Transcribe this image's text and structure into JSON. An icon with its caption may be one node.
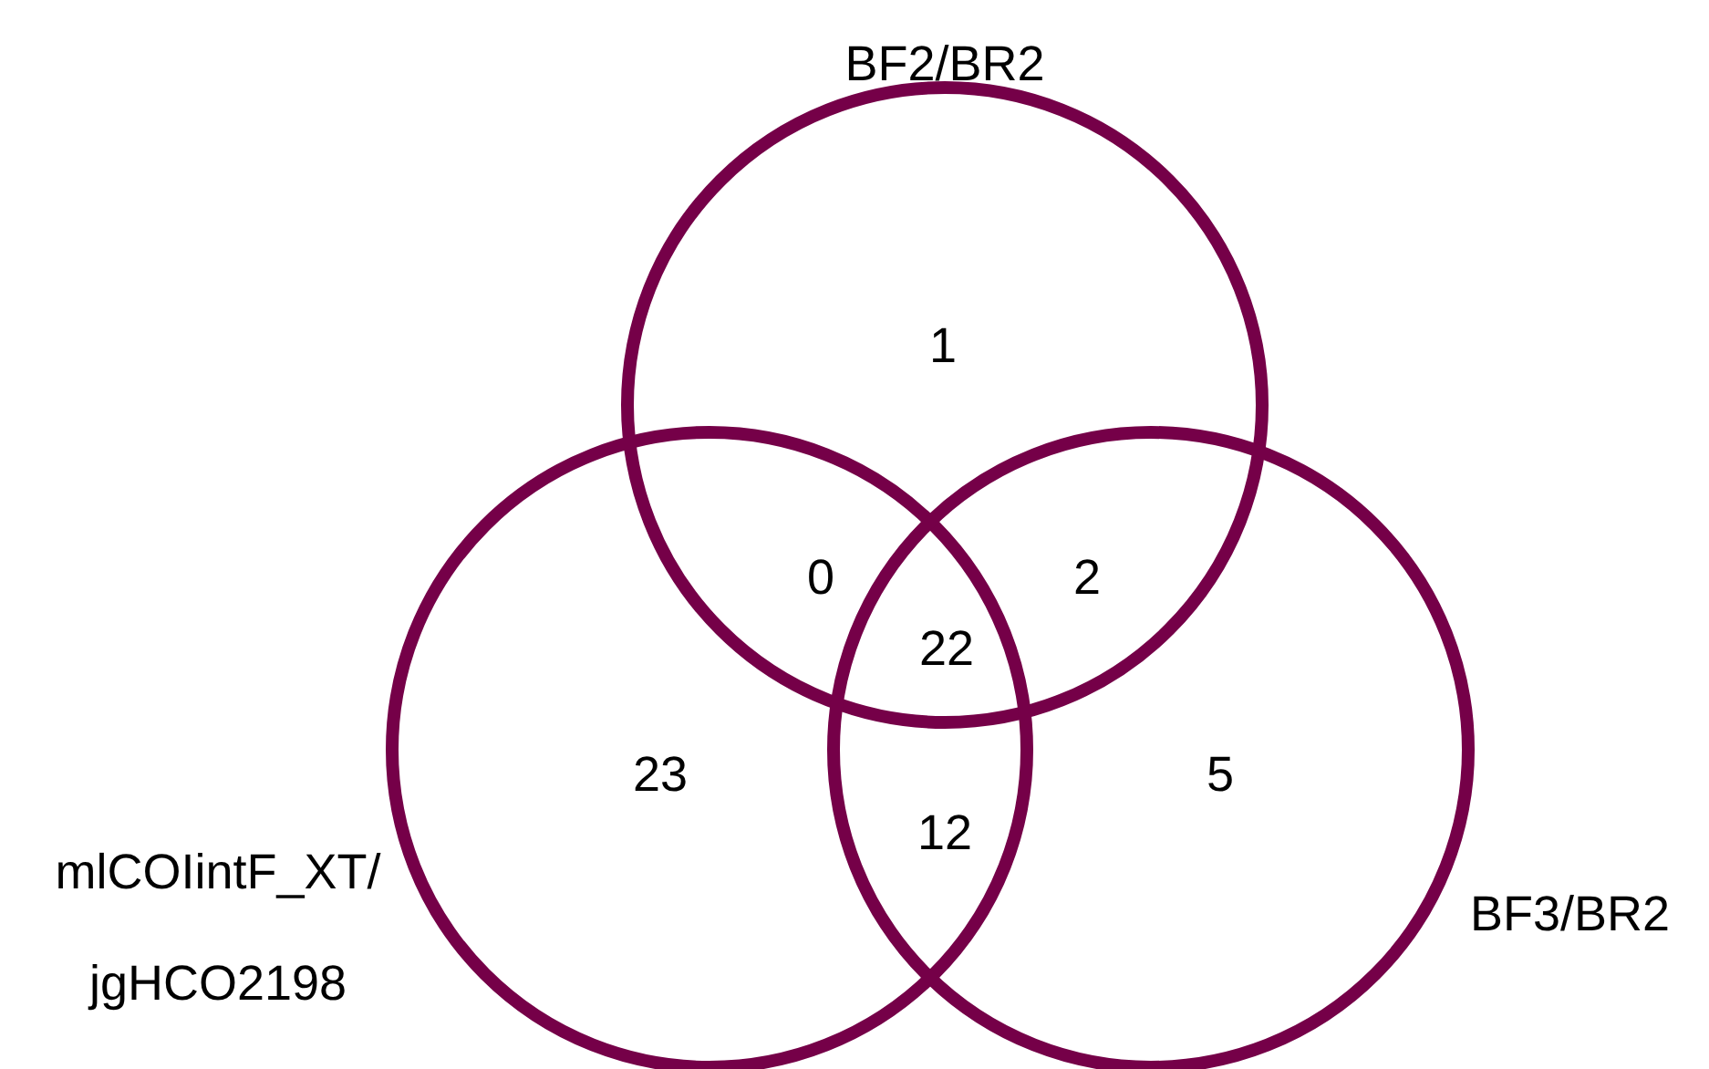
{
  "diagram": {
    "nodes": [
      {
        "text": [
          "BF2/BR2"
        ]
      },
      {
        "text": [
          "mlCOIintF_XT/ jgHCO2198"
        ]
      },
      {
        "text": [
          "BF3/BR2"
        ]
      }
    ],
    "labels": [
      "1",
      "0",
      "2",
      "22",
      "23",
      "12",
      "5"
    ]
  }
}
